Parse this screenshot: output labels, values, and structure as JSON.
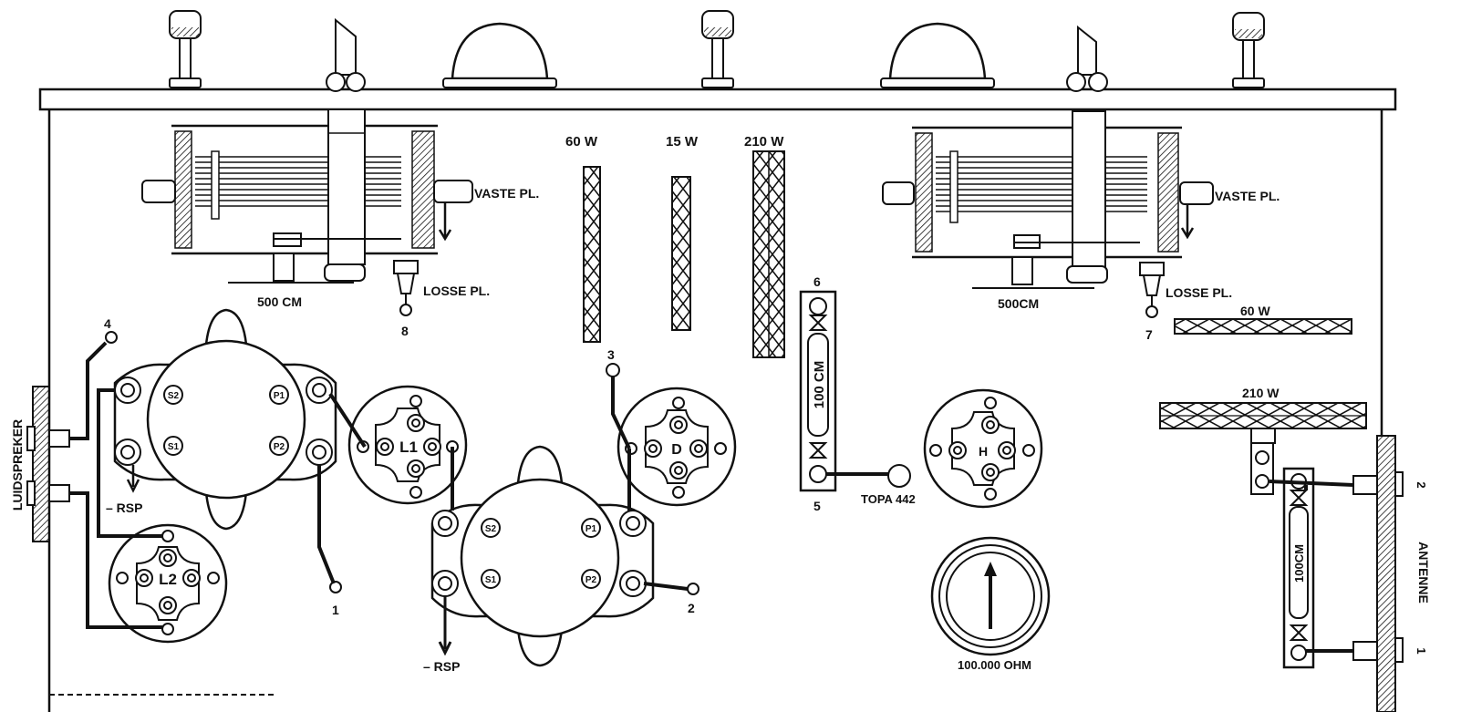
{
  "labels": {
    "cap_left_size": "500 CM",
    "cap_right_size": "500CM",
    "vaste_left": "VASTE PL.",
    "vaste_right": "VASTE PL.",
    "losse_left": "LOSSE PL.",
    "losse_right": "LOSSE PL.",
    "res_60w": "60 W",
    "res_15w": "15 W",
    "res_210w": "210 W",
    "res_right_60w": "60 W",
    "res_right_210w": "210 W",
    "cap_100cm_center": "100 CM",
    "cap_100cm_right": "100CM",
    "topa": "TOPA 442",
    "potmeter": "100.000 OHM",
    "luidspreker": "LUIDSPREKER",
    "antenne": "ANTENNE",
    "rsp_left": "– RSP",
    "rsp_bottom": "– RSP",
    "tube_l1": "L1",
    "tube_l2": "L2",
    "tube_d": "D",
    "tube_h": "H",
    "t1": "1",
    "t2": "2",
    "t3": "3",
    "t4": "4",
    "t5": "5",
    "t6": "6",
    "t7": "7",
    "t8": "8",
    "ant1": "1",
    "ant2": "2",
    "pin_labels": [
      "S2",
      "P1",
      "S1",
      "P2"
    ]
  }
}
